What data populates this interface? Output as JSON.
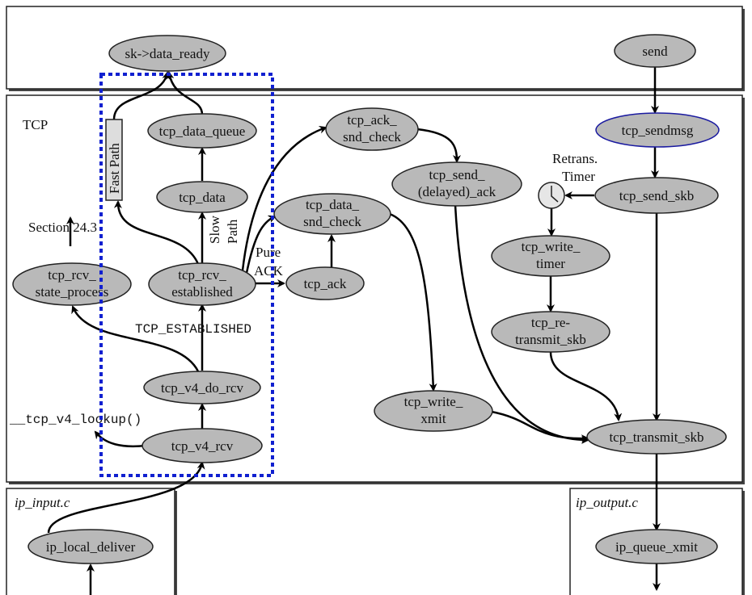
{
  "regions": {
    "tcp": "TCP",
    "ip_input": "ip_input.c",
    "ip_output": "ip_output.c"
  },
  "nodes": {
    "sk_data_ready": "sk->data_ready",
    "send": "send",
    "tcp_data_queue": "tcp_data_queue",
    "tcp_data": "tcp_data",
    "tcp_rcv_state_process": [
      "tcp_rcv_",
      "state_process"
    ],
    "tcp_rcv_established": [
      "tcp_rcv_",
      "established"
    ],
    "tcp_ack_snd_check": [
      "tcp_ack_",
      "snd_check"
    ],
    "tcp_send_delayed_ack": [
      "tcp_send_",
      "(delayed)_ack"
    ],
    "tcp_data_snd_check": [
      "tcp_data_",
      "snd_check"
    ],
    "tcp_ack": "tcp_ack",
    "tcp_sendmsg": "tcp_sendmsg",
    "tcp_send_skb": "tcp_send_skb",
    "tcp_write_timer": [
      "tcp_write_",
      "timer"
    ],
    "tcp_retransmit_skb": [
      "tcp_re-",
      "transmit_skb"
    ],
    "tcp_v4_do_rcv": "tcp_v4_do_rcv",
    "tcp_v4_rcv": "tcp_v4_rcv",
    "tcp_write_xmit": [
      "tcp_write_",
      "xmit"
    ],
    "tcp_transmit_skb": "tcp_transmit_skb",
    "ip_local_deliver": "ip_local_deliver",
    "ip_queue_xmit": "ip_queue_xmit"
  },
  "labels": {
    "fast_path": "Fast Path",
    "slow_path": [
      "Slow",
      "Path"
    ],
    "pure_ack": [
      "Pure",
      "ACK"
    ],
    "section": "Section 24.3",
    "tcp_established": "TCP_ESTABLISHED",
    "lookup": "__tcp_v4_lookup()",
    "retrans_timer": [
      "Retrans.",
      "Timer"
    ]
  },
  "icons": {
    "timer": "clock-icon"
  },
  "colors": {
    "node_fill": "#b9b9b9",
    "highlight_dash": "#1020d0",
    "sendmsg_outline": "#1a1aa0"
  }
}
